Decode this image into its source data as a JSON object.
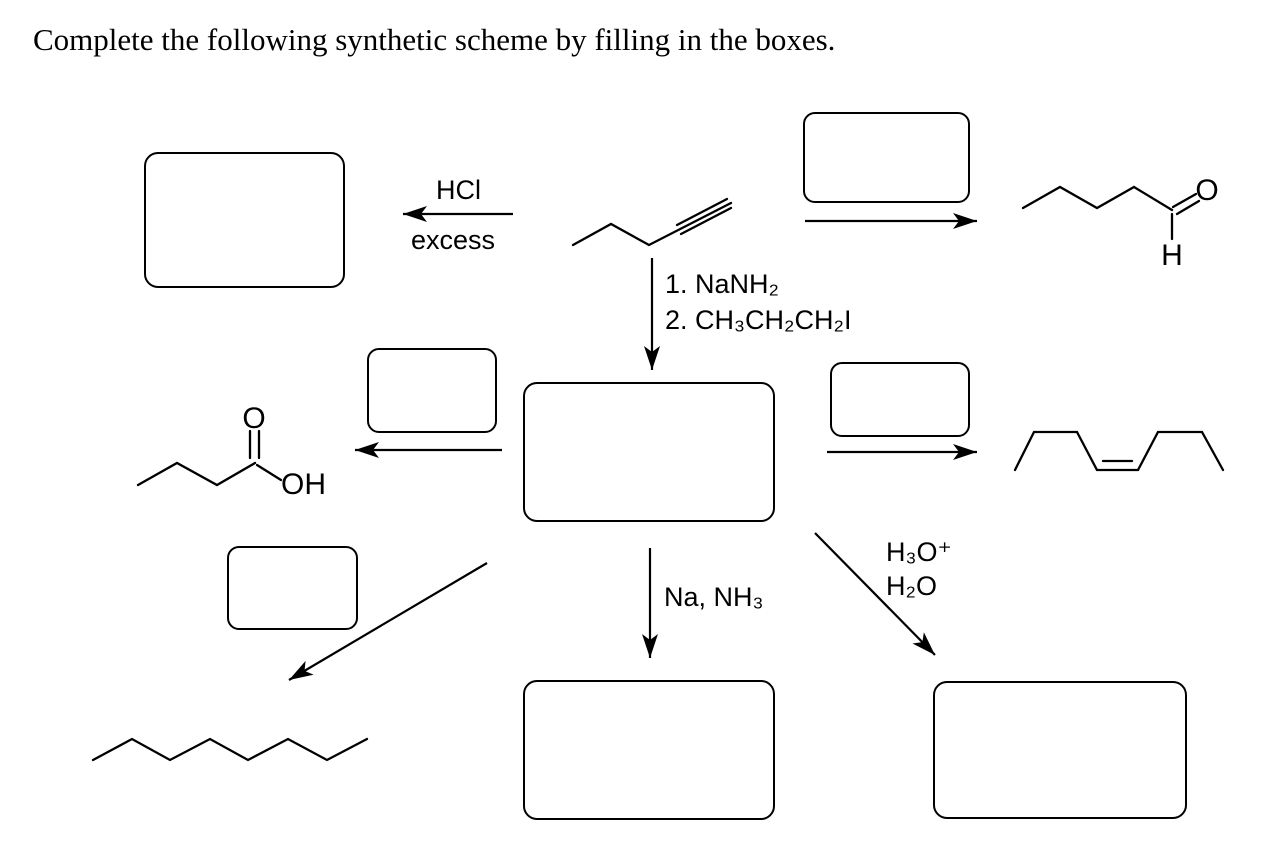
{
  "title": "Complete the following synthetic scheme by filling in the boxes.",
  "reagents": {
    "hcl": "HCl",
    "hcl_note": "excess",
    "alkylation_step1": "1. NaNH₂",
    "alkylation_step2": "2. CH₃CH₂CH₂I",
    "dissolving_metal": "Na, NH₃",
    "hydration_line1": "H₃O⁺",
    "hydration_line2": "H₂O"
  },
  "atom_labels": {
    "pentanal_o": "O",
    "pentanal_h": "H",
    "butanoic_o": "O",
    "butanoic_oh": "OH"
  },
  "molecules": {
    "start_material": "pent-1-yne skeletal structure",
    "top_right_product": "pentanal skeletal structure",
    "mid_left_product": "butanoic acid skeletal structure",
    "mid_right_product": "cis-4-octene skeletal structure",
    "bottom_left_product": "octane skeletal structure"
  },
  "answer_boxes": [
    {
      "id": "top-left-product",
      "value": ""
    },
    {
      "id": "top-right-reagent",
      "value": ""
    },
    {
      "id": "central-product",
      "value": ""
    },
    {
      "id": "mid-left-reagent",
      "value": ""
    },
    {
      "id": "mid-right-reagent",
      "value": ""
    },
    {
      "id": "bottom-left-reagent",
      "value": ""
    },
    {
      "id": "bottom-center-product",
      "value": ""
    },
    {
      "id": "bottom-right-product",
      "value": ""
    }
  ]
}
